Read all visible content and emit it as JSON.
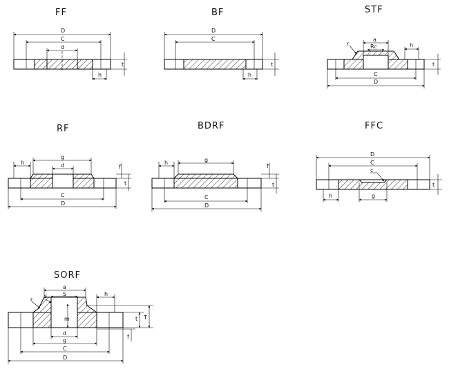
{
  "figures": {
    "ff": {
      "title": "FF",
      "dims": {
        "D": "D",
        "C": "C",
        "d": "d",
        "h": "h",
        "t": "t"
      }
    },
    "bf": {
      "title": "BF",
      "dims": {
        "D": "D",
        "C": "C",
        "h": "h",
        "t": "t"
      }
    },
    "stf": {
      "title": "STF",
      "dims": {
        "a": "a",
        "Rc": "Rc",
        "r": "r",
        "h": "h",
        "C": "C",
        "D": "D",
        "t": "t"
      }
    },
    "rf": {
      "title": "RF",
      "dims": {
        "h": "h",
        "g": "g",
        "d": "d",
        "C": "C",
        "D": "D",
        "f": "f",
        "t": "t"
      }
    },
    "bdrf": {
      "title": "BDRF",
      "dims": {
        "h": "h",
        "g": "g",
        "C": "C",
        "D": "D",
        "f": "f",
        "t": "t"
      }
    },
    "ffc": {
      "title": "FFC",
      "dims": {
        "D": "D",
        "C": "C",
        "c": "c",
        "h": "h",
        "g": "g",
        "t": "t"
      }
    },
    "sorf": {
      "title": "SORF",
      "dims": {
        "a": "a",
        "S": "S",
        "s": "s",
        "r": "r",
        "h": "h",
        "m": "m",
        "T": "T",
        "t": "t",
        "f": "f",
        "d": "d",
        "g": "g",
        "C": "C",
        "D": "D"
      }
    }
  }
}
